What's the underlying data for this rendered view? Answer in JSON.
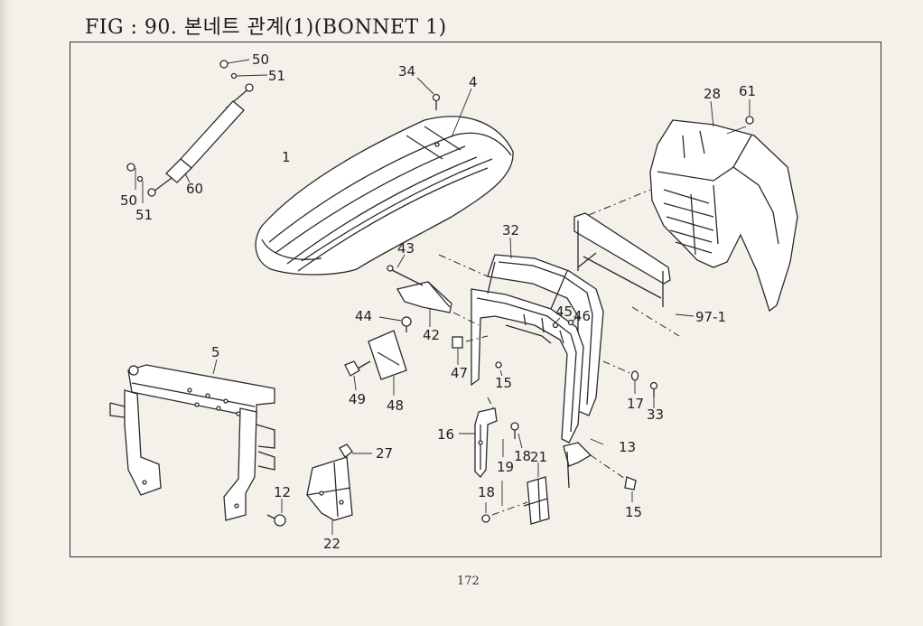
{
  "figure": {
    "title": "FIG : 90. 본네트 관계(1)(BONNET 1)",
    "page_number": "172"
  },
  "callouts": {
    "c1": "1",
    "c4": "4",
    "c5": "5",
    "c12": "12",
    "c13": "13",
    "c15a": "15",
    "c15b": "15",
    "c16": "16",
    "c17": "17",
    "c18a": "18",
    "c18b": "18",
    "c19": "19",
    "c21": "21",
    "c22": "22",
    "c27": "27",
    "c28": "28",
    "c32": "32",
    "c33": "33",
    "c34": "34",
    "c42": "42",
    "c43": "43",
    "c44": "44",
    "c45": "45",
    "c46": "46",
    "c47": "47",
    "c48": "48",
    "c49": "49",
    "c50a": "50",
    "c50b": "50",
    "c51a": "51",
    "c51b": "51",
    "c60": "60",
    "c61": "61",
    "c97": "97-1"
  }
}
